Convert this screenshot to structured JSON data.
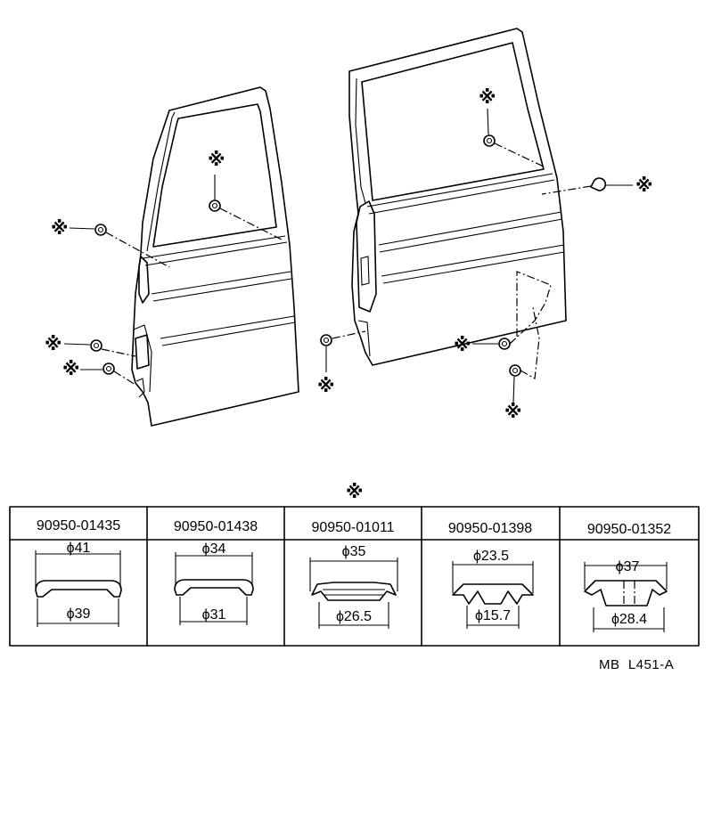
{
  "mark_symbol": "※",
  "table": {
    "header_mark": "※",
    "parts": [
      {
        "part_no": "90950-01435",
        "outer_dim": "ϕ41",
        "inner_dim": "ϕ39"
      },
      {
        "part_no": "90950-01438",
        "outer_dim": "ϕ34",
        "inner_dim": "ϕ31"
      },
      {
        "part_no": "90950-01011",
        "outer_dim": "ϕ35",
        "inner_dim": "ϕ26.5"
      },
      {
        "part_no": "90950-01398",
        "outer_dim": "ϕ23.5",
        "inner_dim": "ϕ15.7"
      },
      {
        "part_no": "90950-01352",
        "outer_dim": "ϕ37",
        "inner_dim": "ϕ28.4"
      }
    ]
  },
  "drawing_ref": "MB  L451-A"
}
